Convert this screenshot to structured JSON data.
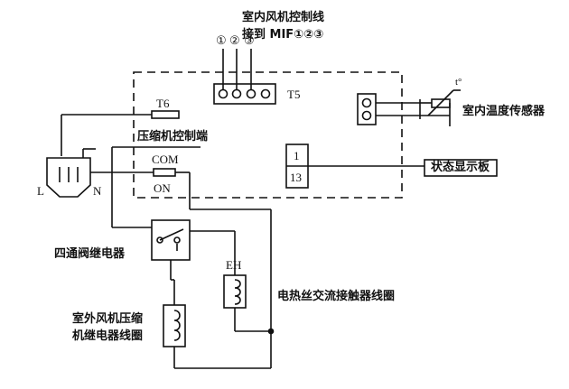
{
  "labels": {
    "indoor_fan_line": "室内风机控制线",
    "connect_mif": "接到 MIF①②③",
    "pin_numbers": [
      "①",
      "②",
      "③"
    ],
    "t5": "T5",
    "t6": "T6",
    "indoor_temp_sensor": "室内温度传感器",
    "sensor_t": "t°",
    "compressor_ctrl": "压缩机控制端",
    "com": "COM",
    "on": "ON",
    "l": "L",
    "n": "N",
    "connector_1": "1",
    "connector_13": "13",
    "status_board": "状态显示板",
    "four_way_relay": "四通阀继电器",
    "eh": "EH",
    "heater_contactor_coil": "电热丝交流接触器线圈",
    "outdoor_relay_line1": "室外风机压缩",
    "outdoor_relay_line2": "机继电器线圈"
  },
  "colors": {
    "ink": "#111111",
    "background": "#ffffff"
  },
  "icons": [
    "plug-icon",
    "coil-icon",
    "relay-switch-icon",
    "thermistor-icon"
  ]
}
